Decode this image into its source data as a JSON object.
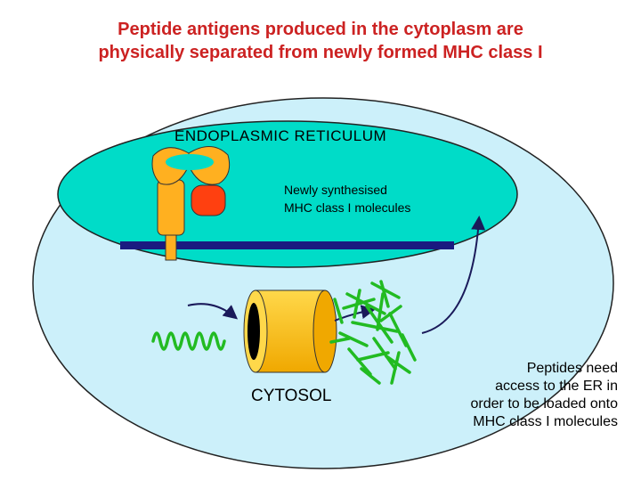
{
  "title": {
    "line1": "Peptide antigens produced in the cytoplasm are",
    "line2": "physically separated from newly formed MHC class I"
  },
  "labels": {
    "er": "ENDOPLASMIC RETICULUM",
    "mhc_line1": "Newly synthesised",
    "mhc_line2": "MHC class I molecules",
    "cytosol": "CYTOSOL",
    "note_line1": "Peptides need",
    "note_line2": "access to the ER in",
    "note_line3": "order to be loaded onto",
    "note_line4": "MHC class I molecules"
  },
  "colors": {
    "title": "#cc2222",
    "cell": "#ccf0fa",
    "er": "#00dcc8",
    "membrane": "#1a1a80",
    "mhc_heavy_chain": "#ffb020",
    "beta2m": "#ff4010",
    "proteasome": "#ffc000",
    "protein": "#22bb22",
    "arrow": "#1a1a5a"
  }
}
